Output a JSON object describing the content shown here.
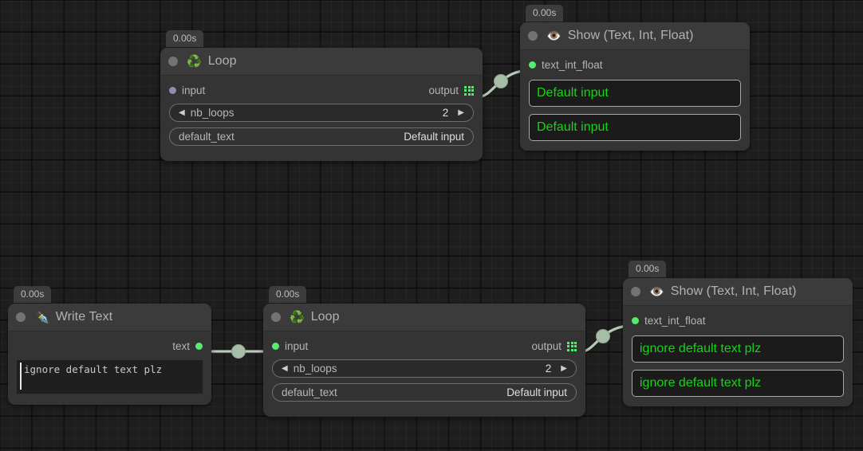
{
  "app": {
    "canvas_name": "node-graph-canvas",
    "background_color": "#1e1e1e",
    "accent_green": "#55ec6d",
    "value_green": "#18d318",
    "wire_color": "#b8c9b8"
  },
  "nodes": [
    {
      "id": "loop-1",
      "title": "Loop",
      "icon": "recycle-icon",
      "glyph": "♻️",
      "timing": "0.00s",
      "input_port": {
        "label": "input",
        "state": "unconnected",
        "color": "#8d8fae"
      },
      "output_port": {
        "label": "output",
        "icon": "grid-3x3-icon"
      },
      "params": [
        {
          "name": "nb_loops",
          "value": "2",
          "stepper": true,
          "left_arrow": "◀",
          "right_arrow": "▶"
        },
        {
          "name": "default_text",
          "value": "Default input",
          "stepper": false
        }
      ]
    },
    {
      "id": "show-1",
      "title": "Show (Text, Int, Float)",
      "icon": "eye-icon",
      "glyph": "👁️",
      "timing": "0.00s",
      "input_port": {
        "label": "text_int_float",
        "state": "connected",
        "color": "#55ec6d"
      },
      "displays": [
        "Default input",
        "Default input"
      ]
    },
    {
      "id": "write-text-1",
      "title": "Write Text",
      "icon": "pen-nib-icon",
      "glyph": "✒️",
      "timing": "0.00s",
      "output_port": {
        "label": "text",
        "state": "connected",
        "color": "#55ec6d"
      },
      "editor_value": "ignore default text plz"
    },
    {
      "id": "loop-2",
      "title": "Loop",
      "icon": "recycle-icon",
      "glyph": "♻️",
      "timing": "0.00s",
      "input_port": {
        "label": "input",
        "state": "connected",
        "color": "#55ec6d"
      },
      "output_port": {
        "label": "output",
        "icon": "grid-3x3-icon"
      },
      "params": [
        {
          "name": "nb_loops",
          "value": "2",
          "stepper": true,
          "left_arrow": "◀",
          "right_arrow": "▶"
        },
        {
          "name": "default_text",
          "value": "Default input",
          "stepper": false
        }
      ]
    },
    {
      "id": "show-2",
      "title": "Show (Text, Int, Float)",
      "icon": "eye-icon",
      "glyph": "👁️",
      "timing": "0.00s",
      "input_port": {
        "label": "text_int_float",
        "state": "connected",
        "color": "#55ec6d"
      },
      "displays": [
        "ignore default text plz",
        "ignore default text plz"
      ]
    }
  ]
}
